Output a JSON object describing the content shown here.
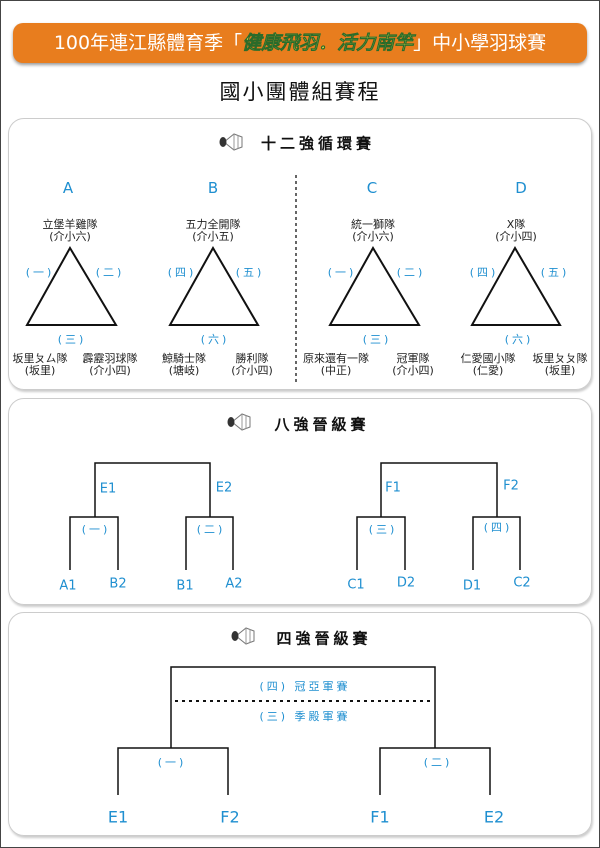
{
  "header": {
    "title_prefix": "100年連江縣體育季「",
    "title_highlight": "健康飛羽．活力南竿",
    "title_suffix": "」中小學羽球賽"
  },
  "subtitle": "國小團體組賽程",
  "round12": {
    "title": "十二強循環賽",
    "groups": [
      {
        "letter": "A",
        "top": "立堡羊雞隊",
        "top_school": "(介小六)",
        "left": "坂里ㄆㄙ隊",
        "left_school": "(坂里)",
        "right": "霹靂羽球隊",
        "right_school": "(介小四)",
        "m1": "(一)",
        "m2": "(二)",
        "m3": "(三)"
      },
      {
        "letter": "B",
        "top": "五力全開隊",
        "top_school": "(介小五)",
        "left": "鯨騎士隊",
        "left_school": "(塘岐)",
        "right": "勝利隊",
        "right_school": "(介小四)",
        "m1": "(四)",
        "m2": "(五)",
        "m3": "(六)"
      },
      {
        "letter": "C",
        "top": "統一獅隊",
        "top_school": "(介小六)",
        "left": "原來還有一隊",
        "left_school": "(中正)",
        "right": "冠軍隊",
        "right_school": "(介小四)",
        "m1": "(一)",
        "m2": "(二)",
        "m3": "(三)"
      },
      {
        "letter": "D",
        "top": "X隊",
        "top_school": "(介小四)",
        "left": "仁愛國小隊",
        "left_school": "(仁愛)",
        "right": "坂里ㄆㄆ隊",
        "right_school": "(坂里)",
        "m1": "(四)",
        "m2": "(五)",
        "m3": "(六)"
      }
    ]
  },
  "round8": {
    "title": "八強晉級賽",
    "winners": [
      "E1",
      "E2",
      "F1",
      "F2"
    ],
    "matches": [
      "(一)",
      "(二)",
      "(三)",
      "(四)"
    ],
    "seeds": [
      "A1",
      "B2",
      "B1",
      "A2",
      "C1",
      "D2",
      "D1",
      "C2"
    ]
  },
  "round4": {
    "title": "四強晉級賽",
    "final": "(四) 冠亞軍賽",
    "third": "(三) 季殿軍賽",
    "matches": [
      "(一)",
      "(二)"
    ],
    "seeds": [
      "E1",
      "F2",
      "F1",
      "E2"
    ]
  }
}
